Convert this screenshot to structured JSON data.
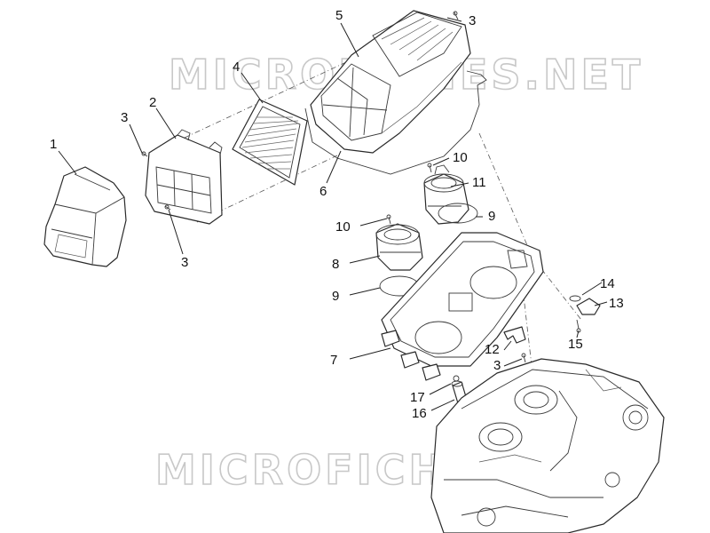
{
  "watermark": {
    "top": "MICROFICHES.NET",
    "bottom": "MICROFICHES.NET"
  },
  "callouts": [
    "1",
    "2",
    "3",
    "3",
    "3",
    "3",
    "4",
    "5",
    "6",
    "7",
    "8",
    "9",
    "9",
    "10",
    "10",
    "11",
    "12",
    "13",
    "14",
    "15",
    "16",
    "17"
  ]
}
